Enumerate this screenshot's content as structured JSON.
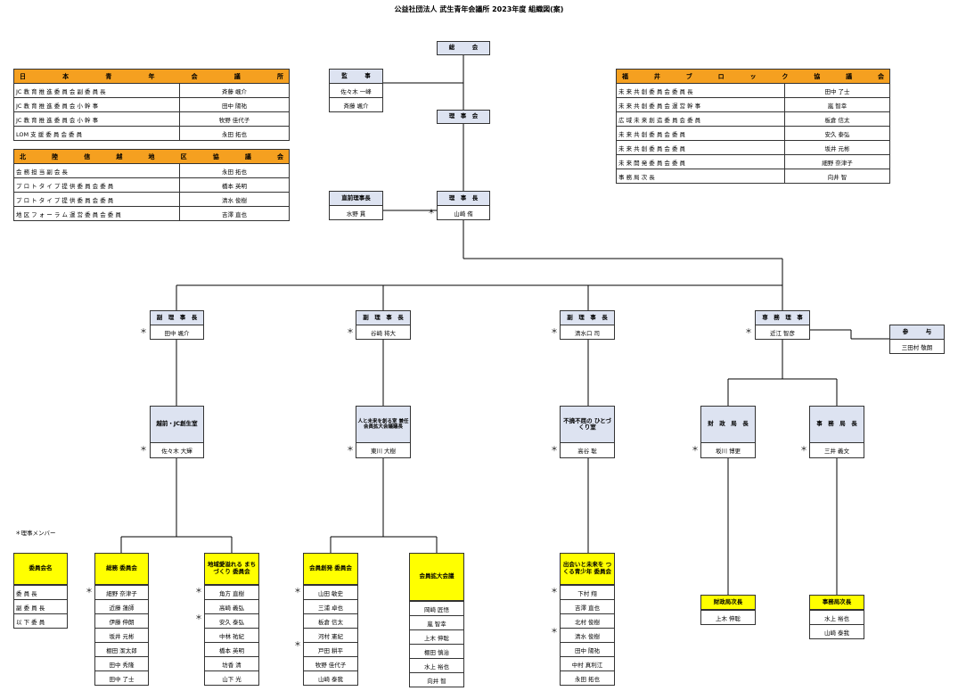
{
  "title": "公益社団法人 武生青年会議所 2023年度 組織図(案)",
  "note": "＊理事メンバー",
  "star": "＊",
  "nichi": {
    "header": [
      "日",
      "本",
      "青",
      "年",
      "会",
      "議",
      "所"
    ],
    "rows": [
      {
        "role": "JC 教 育 推 進 委 員 会 副 委 員 長",
        "name": "斉藤 颯介"
      },
      {
        "role": "JC 教 育 推 進 委 員 会 小 幹 事",
        "name": "田中 陽祐"
      },
      {
        "role": "JC 教 育 推 進 委 員 会 小 幹 事",
        "name": "牧野 佳代子"
      },
      {
        "role": "LOM 支 援 委 員 会 委 員",
        "name": "永田 拓也"
      }
    ]
  },
  "hokuriku": {
    "header": [
      "北",
      "陸",
      "信",
      "越",
      "地",
      "区",
      "協",
      "議",
      "会"
    ],
    "rows": [
      {
        "role": "会 務 担 当 副 会 長",
        "name": "永田 拓也"
      },
      {
        "role": "プ ロ ト タ イ プ 提 供 委 員 会 委 員",
        "name": "橋本 英明"
      },
      {
        "role": "プ ロ ト タ イ プ 提 供 委 員 会 委 員",
        "name": "清水 俊樹"
      },
      {
        "role": "地 区 フ ォ ー ラ ム 運 営 委 員 会 委 員",
        "name": "吉澤 直也"
      }
    ]
  },
  "fukui": {
    "header": [
      "福",
      "井",
      "ブ",
      "ロ",
      "ッ",
      "ク",
      "協",
      "議",
      "会"
    ],
    "rows": [
      {
        "role": "未 来 共 創 委 員 会 委 員 長",
        "name": "田中 了士"
      },
      {
        "role": "未 来 共 創 委 員 会 運 営 幹 事",
        "name": "嵐 智幸"
      },
      {
        "role": "広 域 未 来 創 造 委 員 会 委 員",
        "name": "板倉 信太"
      },
      {
        "role": "未 来 共 創 委 員 会 委 員",
        "name": "安久 泰弘"
      },
      {
        "role": "未 来 共 創 委 員 会 委 員",
        "name": "坂井 元彬"
      },
      {
        "role": "未 来 開 発 委 員 会 委 員",
        "name": "細野 奈津子"
      },
      {
        "role": "事 務 局 次 長",
        "name": "向井 智"
      }
    ]
  },
  "soukai": "総　　　会",
  "kanji": {
    "title": "監　　　事",
    "names": [
      "佐々木 一峰",
      "斉藤 颯介"
    ]
  },
  "rijikai": "理　事　会",
  "chokuzen": {
    "title": "直前理事長",
    "name": "水野 貫"
  },
  "rijicho": {
    "title": "理　事　長",
    "name": "山崎 侑"
  },
  "fukuriji": [
    {
      "title": "副　理　事　長",
      "name": "田中 颯介"
    },
    {
      "title": "副　理　事　長",
      "name": "谷崎 将大"
    },
    {
      "title": "副　理　事　長",
      "name": "清水口 司"
    }
  ],
  "senmu": {
    "title": "専　務　理　事",
    "name": "近江 智彦"
  },
  "sanyo": {
    "title": "参　　　与",
    "name": "三田村 敬朗"
  },
  "shitsu": [
    {
      "title": "越前・JC創生室",
      "name": "佐々木 大輝"
    },
    {
      "title": "人と未来を創る室 兼任 会員拡大会議議長",
      "name": "東川 大樹"
    },
    {
      "title": "不撓不屈の ひとづくり室",
      "name": "高谷 聡"
    }
  ],
  "zaimu": {
    "title": "財　政　局　長",
    "name": "坂川 博更"
  },
  "jimu": {
    "title": "事　務　局　長",
    "name": "三井 義文"
  },
  "legend": {
    "title": "委員会名",
    "rows": [
      "委 員 長",
      "副 委 員 長",
      "以 下 委 員"
    ]
  },
  "committees": [
    {
      "title": "総務 委員会",
      "members": [
        "細野 奈津子",
        "近藤 蓮師",
        "伊藤 伸朗",
        "坂井 元彬",
        "棚田 潔太郎",
        "田中 秀隆",
        "田中 了士"
      ],
      "stars": [
        true,
        false,
        false,
        false,
        false,
        false,
        false
      ]
    },
    {
      "title": "地域愛溢れる まちづくり 委員会",
      "members": [
        "角方 直樹",
        "高崎 義弘",
        "安久 泰弘",
        "中林 祐紀",
        "橋本 英明",
        "坊香 清",
        "山下 光"
      ],
      "stars": [
        true,
        false,
        true,
        false,
        false,
        false,
        false
      ]
    },
    {
      "title": "会員創発 委員会",
      "members": [
        "山田 敏史",
        "三浦 卓也",
        "板倉 信太",
        "河村 憲紀",
        "戸田 耕平",
        "牧野 佳代子",
        "山崎 泰我"
      ],
      "stars": [
        true,
        false,
        false,
        false,
        true,
        false,
        false
      ]
    },
    {
      "title": "会員拡大会議",
      "members": [
        "岡崎 匠悟",
        "嵐 智幸",
        "上木 伸聡",
        "棚田 慎治",
        "水上 裕也",
        "向井 智"
      ],
      "stars": [
        false,
        false,
        false,
        false,
        false,
        false
      ]
    },
    {
      "title": "出会いと未来を つくる青少年 委員会",
      "members": [
        "下村 翔",
        "吉澤 直也",
        "北村 俊樹",
        "清水 俊樹",
        "田中 陽祐",
        "中村 真利江",
        "永田 拓也"
      ],
      "stars": [
        true,
        false,
        false,
        true,
        false,
        false,
        false
      ]
    }
  ],
  "zaimu_ji": {
    "title": "財政局次長",
    "members": [
      "上木 伸聡"
    ]
  },
  "jimu_ji": {
    "title": "事務局次長",
    "members": [
      "水上 裕也",
      "山崎 泰我"
    ]
  }
}
